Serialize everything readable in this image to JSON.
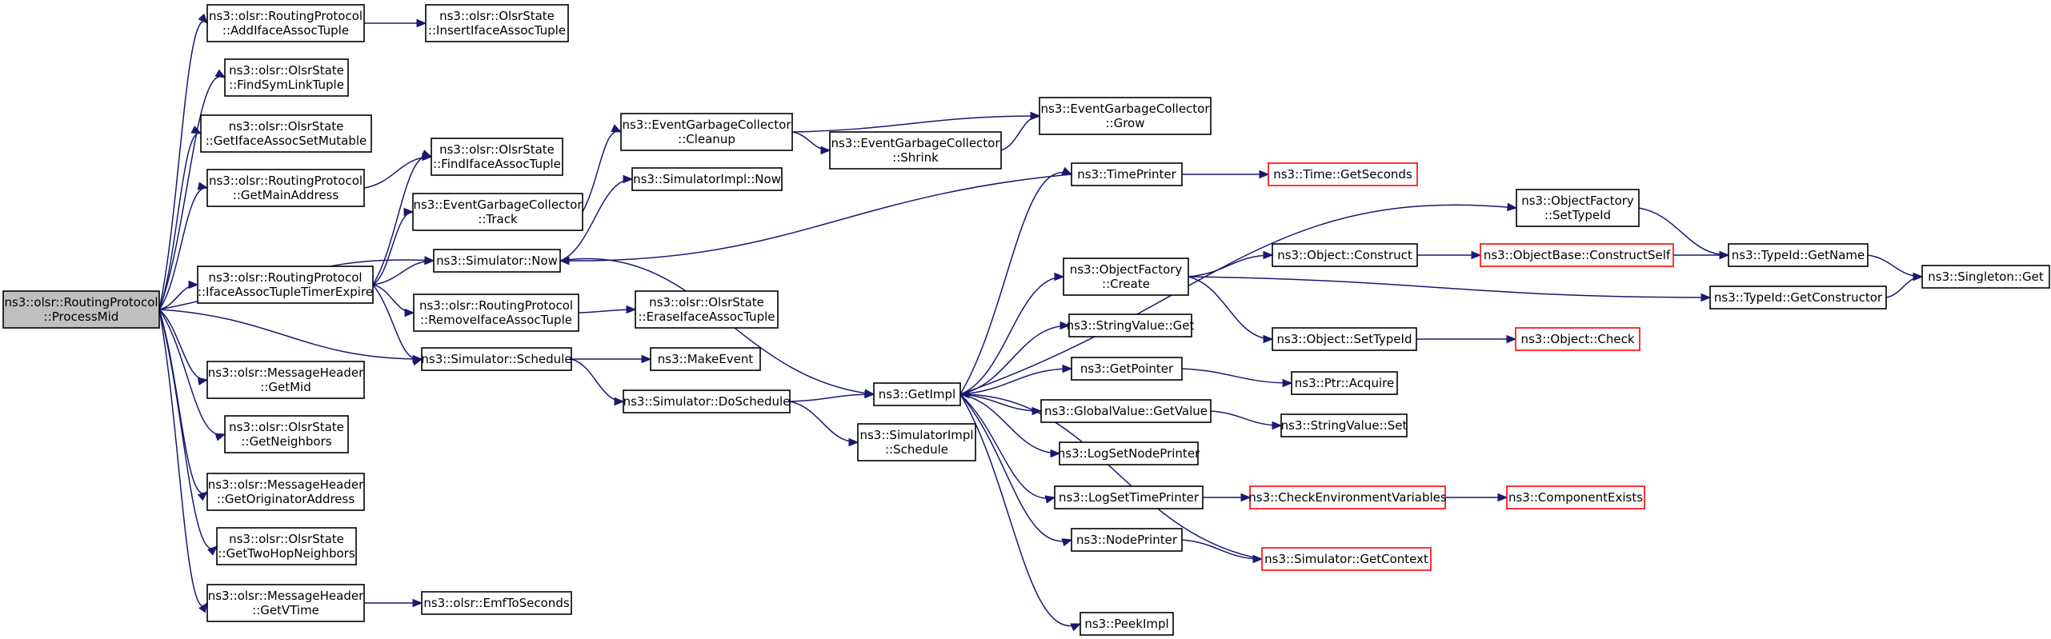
{
  "colors": {
    "edge": "#191970",
    "root_fill": "#bfbfbf",
    "truncated_border": "#ff0000"
  },
  "nodes": [
    {
      "id": "processMid",
      "lines": [
        "ns3::olsr::RoutingProtocol",
        "::ProcessMid"
      ],
      "root": true
    },
    {
      "id": "addIface",
      "lines": [
        "ns3::olsr::RoutingProtocol",
        "::AddIfaceAssocTuple"
      ]
    },
    {
      "id": "insertIface",
      "lines": [
        "ns3::olsr::OlsrState",
        "::InsertIfaceAssocTuple"
      ]
    },
    {
      "id": "findSym",
      "lines": [
        "ns3::olsr::OlsrState",
        "::FindSymLinkTuple"
      ]
    },
    {
      "id": "getIfaceSet",
      "lines": [
        "ns3::olsr::OlsrState",
        "::GetIfaceAssocSetMutable"
      ]
    },
    {
      "id": "getMainAddr",
      "lines": [
        "ns3::olsr::RoutingProtocol",
        "::GetMainAddress"
      ]
    },
    {
      "id": "findIface",
      "lines": [
        "ns3::olsr::OlsrState",
        "::FindIfaceAssocTuple"
      ]
    },
    {
      "id": "egcCleanup",
      "lines": [
        "ns3::EventGarbageCollector",
        "::Cleanup"
      ]
    },
    {
      "id": "egcGrow",
      "lines": [
        "ns3::EventGarbageCollector",
        "::Grow"
      ]
    },
    {
      "id": "egcShrink",
      "lines": [
        "ns3::EventGarbageCollector",
        "::Shrink"
      ]
    },
    {
      "id": "simImplNow",
      "lines": [
        "ns3::SimulatorImpl::Now"
      ]
    },
    {
      "id": "egcTrack",
      "lines": [
        "ns3::EventGarbageCollector",
        "::Track"
      ]
    },
    {
      "id": "simNow",
      "lines": [
        "ns3::Simulator::Now"
      ]
    },
    {
      "id": "timePrinter",
      "lines": [
        "ns3::TimePrinter"
      ]
    },
    {
      "id": "getSeconds",
      "lines": [
        "ns3::Time::GetSeconds"
      ],
      "truncated": true
    },
    {
      "id": "ofSetTypeId",
      "lines": [
        "ns3::ObjectFactory",
        "::SetTypeId"
      ]
    },
    {
      "id": "tidGetName",
      "lines": [
        "ns3::TypeId::GetName"
      ]
    },
    {
      "id": "singletonGet",
      "lines": [
        "ns3::Singleton::Get"
      ]
    },
    {
      "id": "ifaceExpire",
      "lines": [
        "ns3::olsr::RoutingProtocol",
        "::IfaceAssocTupleTimerExpire"
      ]
    },
    {
      "id": "ofCreate",
      "lines": [
        "ns3::ObjectFactory",
        "::Create"
      ]
    },
    {
      "id": "objConstruct",
      "lines": [
        "ns3::Object::Construct"
      ]
    },
    {
      "id": "constructSelf",
      "lines": [
        "ns3::ObjectBase::ConstructSelf"
      ],
      "truncated": true
    },
    {
      "id": "tidGetCtor",
      "lines": [
        "ns3::TypeId::GetConstructor"
      ]
    },
    {
      "id": "removeIface",
      "lines": [
        "ns3::olsr::RoutingProtocol",
        "::RemoveIfaceAssocTuple"
      ]
    },
    {
      "id": "eraseIface",
      "lines": [
        "ns3::olsr::OlsrState",
        "::EraseIfaceAssocTuple"
      ]
    },
    {
      "id": "strValGet",
      "lines": [
        "ns3::StringValue::Get"
      ]
    },
    {
      "id": "objSetTypeId",
      "lines": [
        "ns3::Object::SetTypeId"
      ]
    },
    {
      "id": "objCheck",
      "lines": [
        "ns3::Object::Check"
      ],
      "truncated": true
    },
    {
      "id": "simSchedule",
      "lines": [
        "ns3::Simulator::Schedule"
      ]
    },
    {
      "id": "makeEvent",
      "lines": [
        "ns3::MakeEvent"
      ]
    },
    {
      "id": "getPointer",
      "lines": [
        "ns3::GetPointer"
      ]
    },
    {
      "id": "ptrAcquire",
      "lines": [
        "ns3::Ptr::Acquire"
      ]
    },
    {
      "id": "getMid",
      "lines": [
        "ns3::olsr::MessageHeader",
        "::GetMid"
      ]
    },
    {
      "id": "getImpl",
      "lines": [
        "ns3::GetImpl"
      ]
    },
    {
      "id": "doSchedule",
      "lines": [
        "ns3::Simulator::DoSchedule"
      ]
    },
    {
      "id": "gvGetValue",
      "lines": [
        "ns3::GlobalValue::GetValue"
      ]
    },
    {
      "id": "strValSet",
      "lines": [
        "ns3::StringValue::Set"
      ]
    },
    {
      "id": "getNeighbors",
      "lines": [
        "ns3::olsr::OlsrState",
        "::GetNeighbors"
      ]
    },
    {
      "id": "simImplSchedule",
      "lines": [
        "ns3::SimulatorImpl",
        "::Schedule"
      ]
    },
    {
      "id": "logSetNode",
      "lines": [
        "ns3::LogSetNodePrinter"
      ]
    },
    {
      "id": "getOrigAddr",
      "lines": [
        "ns3::olsr::MessageHeader",
        "::GetOriginatorAddress"
      ]
    },
    {
      "id": "logSetTime",
      "lines": [
        "ns3::LogSetTimePrinter"
      ]
    },
    {
      "id": "checkEnv",
      "lines": [
        "ns3::CheckEnvironmentVariables"
      ],
      "truncated": true
    },
    {
      "id": "compExists",
      "lines": [
        "ns3::ComponentExists"
      ],
      "truncated": true
    },
    {
      "id": "getTwoHop",
      "lines": [
        "ns3::olsr::OlsrState",
        "::GetTwoHopNeighbors"
      ]
    },
    {
      "id": "nodePrinter",
      "lines": [
        "ns3::NodePrinter"
      ]
    },
    {
      "id": "getContext",
      "lines": [
        "ns3::Simulator::GetContext"
      ],
      "truncated": true
    },
    {
      "id": "getVTime",
      "lines": [
        "ns3::olsr::MessageHeader",
        "::GetVTime"
      ]
    },
    {
      "id": "emfToSec",
      "lines": [
        "ns3::olsr::EmfToSeconds"
      ]
    },
    {
      "id": "peekImpl",
      "lines": [
        "ns3::PeekImpl"
      ]
    }
  ],
  "edges": [
    [
      "processMid",
      "addIface"
    ],
    [
      "processMid",
      "findSym"
    ],
    [
      "processMid",
      "getIfaceSet"
    ],
    [
      "processMid",
      "getMainAddr"
    ],
    [
      "processMid",
      "simNow"
    ],
    [
      "processMid",
      "ifaceExpire"
    ],
    [
      "processMid",
      "simSchedule"
    ],
    [
      "processMid",
      "getMid"
    ],
    [
      "processMid",
      "getNeighbors"
    ],
    [
      "processMid",
      "getOrigAddr"
    ],
    [
      "processMid",
      "getTwoHop"
    ],
    [
      "processMid",
      "getVTime"
    ],
    [
      "addIface",
      "insertIface"
    ],
    [
      "getMainAddr",
      "findIface"
    ],
    [
      "ifaceExpire",
      "findIface"
    ],
    [
      "ifaceExpire",
      "egcTrack"
    ],
    [
      "ifaceExpire",
      "simNow"
    ],
    [
      "ifaceExpire",
      "removeIface"
    ],
    [
      "ifaceExpire",
      "simSchedule"
    ],
    [
      "egcTrack",
      "egcCleanup"
    ],
    [
      "egcCleanup",
      "egcGrow"
    ],
    [
      "egcCleanup",
      "egcShrink"
    ],
    [
      "egcShrink",
      "egcGrow"
    ],
    [
      "simNow",
      "simImplNow"
    ],
    [
      "simNow",
      "getImpl"
    ],
    [
      "removeIface",
      "eraseIface"
    ],
    [
      "simSchedule",
      "makeEvent"
    ],
    [
      "simSchedule",
      "doSchedule"
    ],
    [
      "doSchedule",
      "getImpl"
    ],
    [
      "doSchedule",
      "simImplSchedule"
    ],
    [
      "timePrinter",
      "simNow"
    ],
    [
      "timePrinter",
      "getSeconds"
    ],
    [
      "getImpl",
      "timePrinter"
    ],
    [
      "getImpl",
      "ofSetTypeId"
    ],
    [
      "getImpl",
      "ofCreate"
    ],
    [
      "getImpl",
      "strValGet"
    ],
    [
      "getImpl",
      "getPointer"
    ],
    [
      "getImpl",
      "gvGetValue"
    ],
    [
      "getImpl",
      "logSetNode"
    ],
    [
      "getImpl",
      "logSetTime"
    ],
    [
      "getImpl",
      "nodePrinter"
    ],
    [
      "getImpl",
      "peekImpl"
    ],
    [
      "getContext",
      "getImpl"
    ],
    [
      "ofSetTypeId",
      "tidGetName"
    ],
    [
      "ofCreate",
      "objConstruct"
    ],
    [
      "ofCreate",
      "tidGetCtor"
    ],
    [
      "ofCreate",
      "objSetTypeId"
    ],
    [
      "objConstruct",
      "constructSelf"
    ],
    [
      "constructSelf",
      "tidGetName"
    ],
    [
      "tidGetName",
      "singletonGet"
    ],
    [
      "tidGetCtor",
      "singletonGet"
    ],
    [
      "objSetTypeId",
      "objCheck"
    ],
    [
      "getPointer",
      "ptrAcquire"
    ],
    [
      "gvGetValue",
      "strValSet"
    ],
    [
      "logSetTime",
      "checkEnv"
    ],
    [
      "checkEnv",
      "compExists"
    ],
    [
      "nodePrinter",
      "getContext"
    ],
    [
      "getVTime",
      "emfToSec"
    ]
  ]
}
